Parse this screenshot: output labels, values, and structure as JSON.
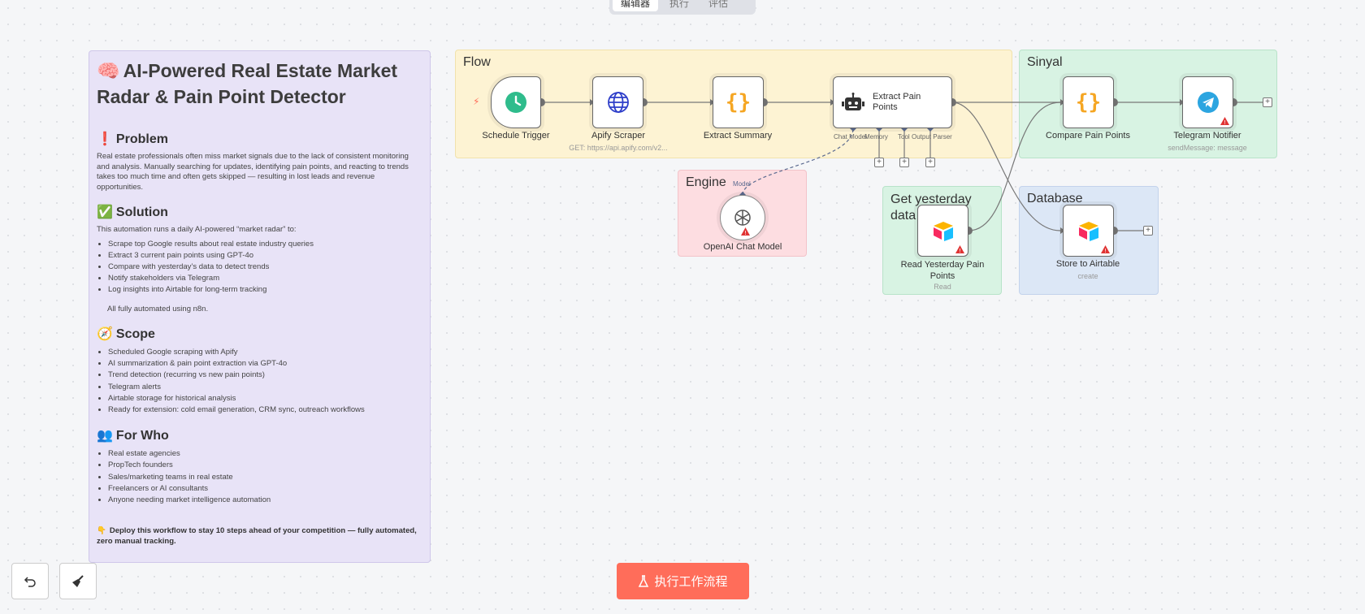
{
  "tabs": [
    "编辑器",
    "执行",
    "评估"
  ],
  "note": {
    "title_emoji": "🧠",
    "title": "AI-Powered Real Estate Market Radar & Pain Point Detector",
    "problem": {
      "emoji": "❗",
      "heading": "Problem",
      "text": "Real estate professionals often miss market signals due to the lack of consistent monitoring and analysis. Manually searching for updates, identifying pain points, and reacting to trends takes too much time and often gets skipped — resulting in lost leads and revenue opportunities."
    },
    "solution": {
      "emoji": "✅",
      "heading": "Solution",
      "intro": "This automation runs a daily AI-powered “market radar” to:",
      "items": [
        "Scrape top Google results about real estate industry queries",
        "Extract 3 current pain points using GPT-4o",
        "Compare with yesterday’s data to detect trends",
        "Notify stakeholders via Telegram",
        "Log insights into Airtable for long-term tracking"
      ],
      "footer": "All fully automated using n8n."
    },
    "scope": {
      "emoji": "🧭",
      "heading": "Scope",
      "items": [
        "Scheduled Google scraping with Apify",
        "AI summarization & pain point extraction via GPT-4o",
        "Trend detection (recurring vs new pain points)",
        "Telegram alerts",
        "Airtable storage for historical analysis",
        "Ready for extension: cold email generation, CRM sync, outreach workflows"
      ]
    },
    "forwho": {
      "emoji": "👥",
      "heading": "For Who",
      "items": [
        "Real estate agencies",
        "PropTech founders",
        "Sales/marketing teams in real estate",
        "Freelancers or AI consultants",
        "Anyone needing market intelligence automation"
      ]
    },
    "cta_emoji": "👇",
    "cta": "Deploy this workflow to stay 10 steps ahead of your competition — fully automated, zero manual tracking."
  },
  "groups": {
    "flow": "Flow",
    "sinyal": "Sinyal",
    "engine": "Engine",
    "yesterday": "Get yesterday data",
    "database": "Database"
  },
  "nodes": {
    "schedule": {
      "label": "Schedule Trigger"
    },
    "apify": {
      "label": "Apify Scraper",
      "sub": "GET: https://api.apify.com/v2..."
    },
    "extract_summary": {
      "label": "Extract Summary"
    },
    "extract_pain": {
      "label": "Extract Pain Points",
      "ports": [
        "Chat Model",
        "Memory",
        "Tool",
        "Output Parser"
      ]
    },
    "openai": {
      "label": "OpenAI Chat Model",
      "port": "Model"
    },
    "compare": {
      "label": "Compare Pain Points"
    },
    "telegram": {
      "label": "Telegram Notifier",
      "sub": "sendMessage: message"
    },
    "read_yesterday": {
      "label": "Read Yesterday Pain Points",
      "sub": "Read"
    },
    "store": {
      "label": "Store to Airtable",
      "sub": "create"
    }
  },
  "run_button": "执行工作流程",
  "colors": {
    "accent": "#ff6d5a",
    "flow": "#fdf3d3",
    "sinyal": "#d8f3e3",
    "engine": "#fddde1",
    "database": "#dce7f6",
    "note": "#e8e3f7"
  }
}
